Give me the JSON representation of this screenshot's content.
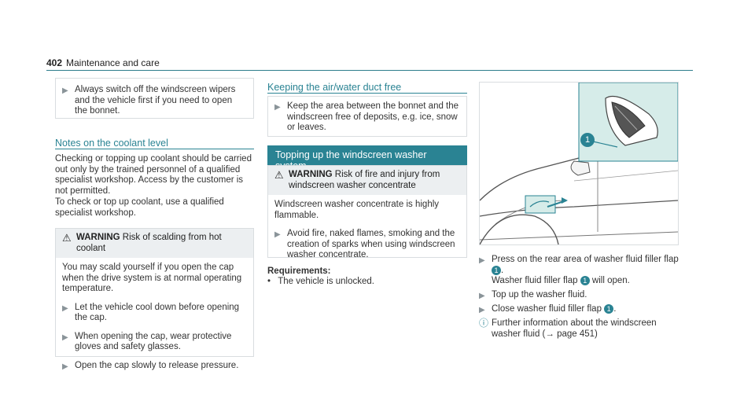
{
  "header": {
    "page_number": "402",
    "title": "Maintenance and care"
  },
  "col1": {
    "step1": "Always switch off the windscreen wipers and the vehicle first if you need to open the bonnet.",
    "coolant_title": "Notes on the coolant level",
    "coolant_p1": "Checking or topping up coolant should be carried out only by the trained personnel of a qualified specialist workshop. Access by the customer is not permitted.",
    "coolant_p2": "To check or top up coolant, use a qualified specialist workshop.",
    "warning_label": "WARNING",
    "warning_text": "Risk of scalding from hot coolant",
    "warning_body": "You may scald yourself if you open the cap when the drive system is at normal operating temperature.",
    "steps": [
      "Let the vehicle cool down before opening the cap.",
      "When opening the cap, wear protective gloves and safety glasses.",
      "Open the cap slowly to release pressure."
    ]
  },
  "col2": {
    "duct_title": "Keeping the air/water duct free",
    "duct_step": "Keep the area between the bonnet and the windscreen free of deposits, e.g. ice, snow or leaves.",
    "washer_title": "Topping up the windscreen washer system",
    "warning_label": "WARNING",
    "warning_text": "Risk of fire and injury from windscreen washer concentrate",
    "warning_body": "Windscreen washer concentrate is highly flammable.",
    "warning_step": "Avoid fire, naked flames, smoking and the creation of sparks when using windscreen washer concentrate.",
    "req_title": "Requirements:",
    "req_item": "The vehicle is unlocked."
  },
  "col3": {
    "callout": "1",
    "step1_a": "Press on the rear area of washer fluid filler flap",
    "step1_b": ".",
    "step1_c": "Washer fluid filler flap",
    "step1_d": "will open.",
    "step2": "Top up the washer fluid.",
    "step3_a": "Close washer fluid filler flap",
    "step3_b": ".",
    "info": "Further information about the windscreen washer fluid (→ page 451)"
  },
  "colors": {
    "accent": "#2a8393",
    "warning_bg": "#eceff1"
  },
  "icons": {
    "step": "arrow-right-icon",
    "warning": "warning-triangle-icon",
    "info": "info-icon"
  }
}
